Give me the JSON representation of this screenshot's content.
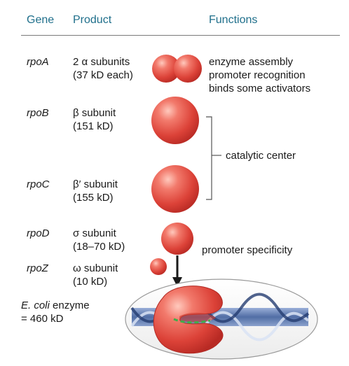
{
  "headers": {
    "gene": "Gene",
    "product": "Product",
    "functions": "Functions"
  },
  "rows": [
    {
      "gene": "rpoA",
      "product_line1": "2 α subunits",
      "product_line2": "(37 kD each)"
    },
    {
      "gene": "rpoB",
      "product_line1": "β subunit",
      "product_line2": "(151 kD)"
    },
    {
      "gene": "rpoC",
      "product_line1": "β′ subunit",
      "product_line2": "(155 kD)"
    },
    {
      "gene": "rpoD",
      "product_line1": "σ subunit",
      "product_line2": "(18–70 kD)"
    },
    {
      "gene": "rpoZ",
      "product_line1": "ω subunit",
      "product_line2": "(10 kD)"
    }
  ],
  "functions": {
    "alpha": [
      "enzyme assembly",
      "promoter recognition",
      "binds some activators"
    ],
    "catalytic": "catalytic center",
    "sigma": "promoter specificity"
  },
  "enzyme": {
    "name_italic": "E. coli",
    "name_rest": " enzyme",
    "mass": "= 460 kD"
  },
  "colors": {
    "header": "#1f6f8b",
    "subunit": "#e5534b",
    "dna": "#5b7fb8"
  }
}
